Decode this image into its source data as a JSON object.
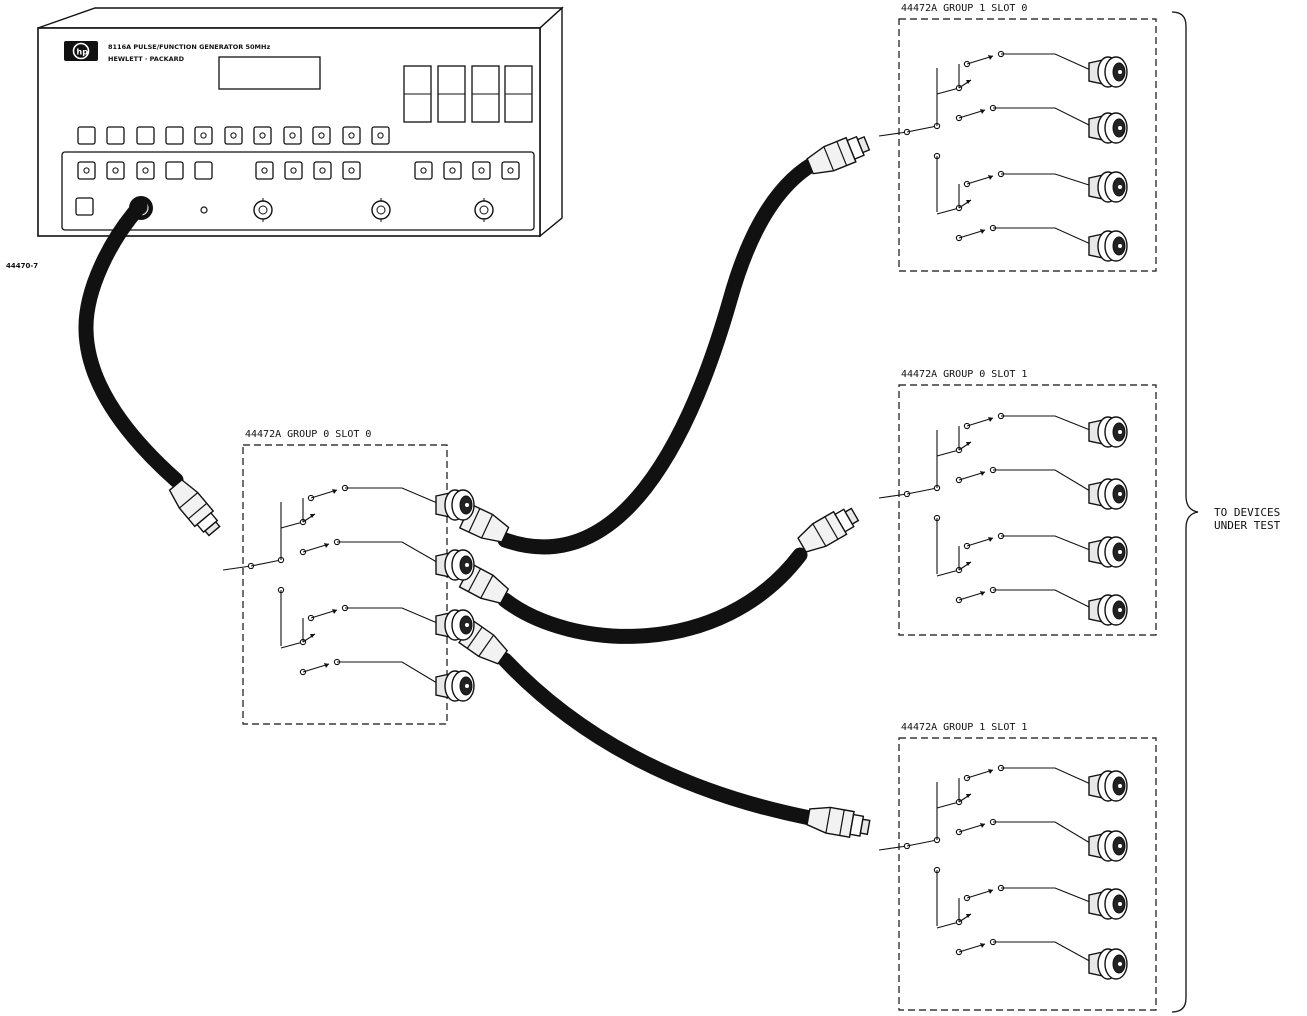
{
  "generator": {
    "logo": "hp",
    "model_title": "8116A PULSE/FUNCTION GENERATOR 50MHz",
    "brand": "HEWLETT · PACKARD"
  },
  "figure_id": "44470-7",
  "modules": [
    {
      "label": "44472A GROUP 1 SLOT 0"
    },
    {
      "label": "44472A GROUP 0 SLOT 1"
    },
    {
      "label": "44472A GROUP 1 SLOT 1"
    },
    {
      "label": "44472A GROUP 0 SLOT 0"
    }
  ],
  "output_label": {
    "line1": "TO DEVICES",
    "line2": "UNDER TEST"
  },
  "icons": [
    "hp-logo-icon",
    "bnc-connector-icon",
    "relay-switch-icon",
    "coax-cable-icon",
    "brace-icon"
  ]
}
